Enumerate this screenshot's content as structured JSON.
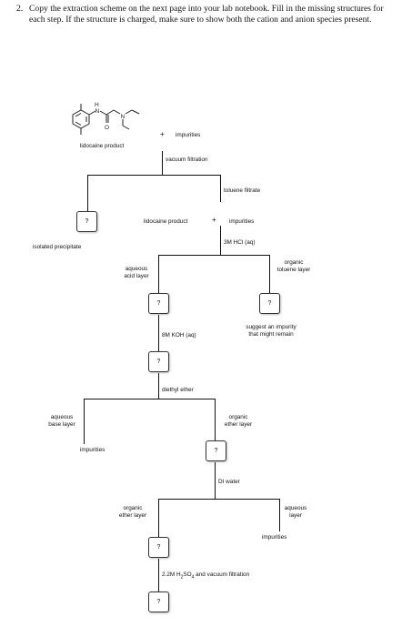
{
  "instructions": {
    "number": "2.",
    "text": "Copy the extraction scheme on the next page into your lab notebook. Fill in the missing structures for each step. If the structure is charged, make sure to show both the cation and anion species present."
  },
  "molecule": {
    "atom_labels": [
      "H",
      "N",
      "O",
      "N"
    ]
  },
  "labels": {
    "plus": "+",
    "impurities": "impurities",
    "lidocaine_product": "lidocaine product",
    "vacuum_filtration": "vacuum filtration",
    "toluene_filtrate": "toluene filtrate",
    "isolated_precipitate": "isolated precipitate",
    "hcl": "3M HCl (aq)",
    "aqueous_acid_layer_1": "aqueous",
    "aqueous_acid_layer_2": "acid layer",
    "organic_toluene_1": "organic",
    "organic_toluene_2": "toluene layer",
    "suggest_1": "suggest an impurity",
    "suggest_2": "that might remain",
    "koh": "8M KOH (aq)",
    "diethyl_ether": "diethyl ether",
    "aqueous_base_1": "aqueous",
    "aqueous_base_2": "base layer",
    "organic_ether_1": "organic",
    "organic_ether_2": "ether layer",
    "di_water": "DI water",
    "aqueous_layer_1": "aqueous",
    "aqueous_layer_2": "layer",
    "h2so4_prefix": "2.2M H",
    "h2so4_sub1": "2",
    "h2so4_mid": "SO",
    "h2so4_sub2": "4",
    "h2so4_suffix": " and vacuum filtration"
  },
  "unknown_box": "?"
}
